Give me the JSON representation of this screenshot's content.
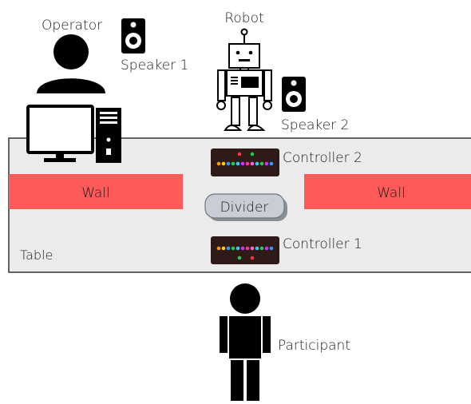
{
  "labels": {
    "operator": "Operator",
    "robot": "Robot",
    "speaker1": "Speaker 1",
    "speaker2": "Speaker 2",
    "controller2": "Controller 2",
    "controller1": "Controller 1",
    "wall_left": "Wall",
    "wall_right": "Wall",
    "divider": "Divider",
    "table": "Table",
    "participant": "Participant"
  },
  "colors": {
    "wall": "#ff5a5a",
    "table": "#ebebeb",
    "divider": "#c9ced6",
    "controller_body": "#2e1a17",
    "figure": "#000000"
  }
}
